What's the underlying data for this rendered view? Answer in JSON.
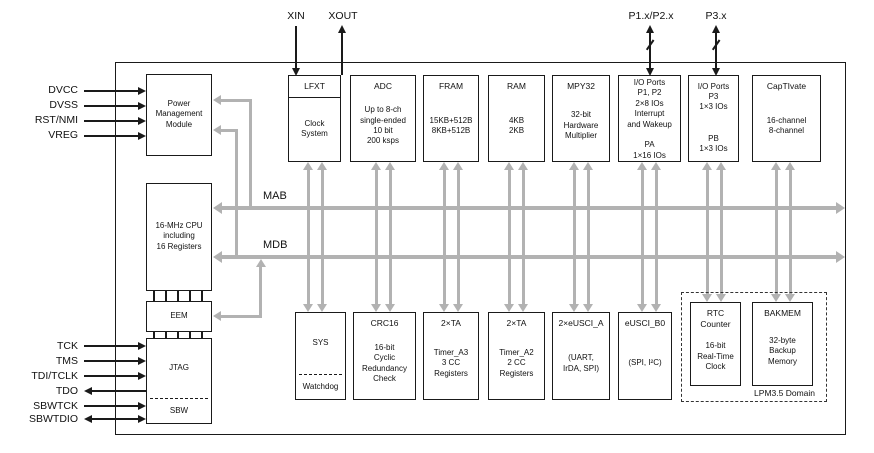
{
  "pins": {
    "top": {
      "xin": "XIN",
      "xout": "XOUT",
      "p12": "P1.x/P2.x",
      "p3": "P3.x"
    },
    "left_power": [
      "DVCC",
      "DVSS",
      "RST/NMI",
      "VREG"
    ],
    "left_debug": [
      "TCK",
      "TMS",
      "TDI/TCLK",
      "TDO",
      "SBWTCK",
      "SBWTDIO"
    ]
  },
  "buses": {
    "mab": "MAB",
    "mdb": "MDB"
  },
  "blocks": {
    "pmm": {
      "body": "Power\nManagement\nModule"
    },
    "cpu": {
      "body": "16-MHz CPU\nincluding\n16 Registers"
    },
    "eem": {
      "body": "EEM"
    },
    "jtag": {
      "title": "JTAG",
      "sub": "SBW"
    },
    "lfxt": {
      "title": "LFXT",
      "body": "Clock\nSystem"
    },
    "adc": {
      "title": "ADC",
      "body": "Up to 8-ch\nsingle-ended\n10 bit\n200 ksps"
    },
    "fram": {
      "title": "FRAM",
      "body": "15KB+512B\n8KB+512B"
    },
    "ram": {
      "title": "RAM",
      "body": "4KB\n2KB"
    },
    "mpy32": {
      "title": "MPY32",
      "body": "32-bit\nHardware\nMultiplier"
    },
    "io12": {
      "body": "I/O Ports\nP1, P2\n2×8 IOs\nInterrupt\nand Wakeup\n\nPA\n1×16 IOs"
    },
    "io3": {
      "body": "I/O Ports\nP3\n1×3 IOs\n\n\nPB\n1×3 IOs"
    },
    "captivate": {
      "title": "CapTIvate",
      "body": "16-channel\n8-channel"
    },
    "sys": {
      "title": "SYS",
      "sub": "Watchdog"
    },
    "crc": {
      "title": "CRC16",
      "body": "16-bit\nCyclic\nRedundancy\nCheck"
    },
    "ta3": {
      "title": "2×TA",
      "body": "Timer_A3\n3 CC\nRegisters"
    },
    "ta2": {
      "title": "2×TA",
      "body": "Timer_A2\n2 CC\nRegisters"
    },
    "eusci_a": {
      "title": "2×eUSCI_A",
      "body": "(UART,\nIrDA, SPI)"
    },
    "eusci_b": {
      "title": "eUSCI_B0",
      "body": "(SPI, I²C)"
    },
    "rtc": {
      "title": "RTC\nCounter",
      "body": "16-bit\nReal-Time\nClock"
    },
    "bakmem": {
      "title": "BAKMEM",
      "body": "32-byte\nBackup\nMemory"
    }
  },
  "lpm_domain": {
    "label": "LPM3.5 Domain"
  },
  "colors": {
    "line": "#1a1a1a",
    "connector": "#b2b2b2"
  }
}
